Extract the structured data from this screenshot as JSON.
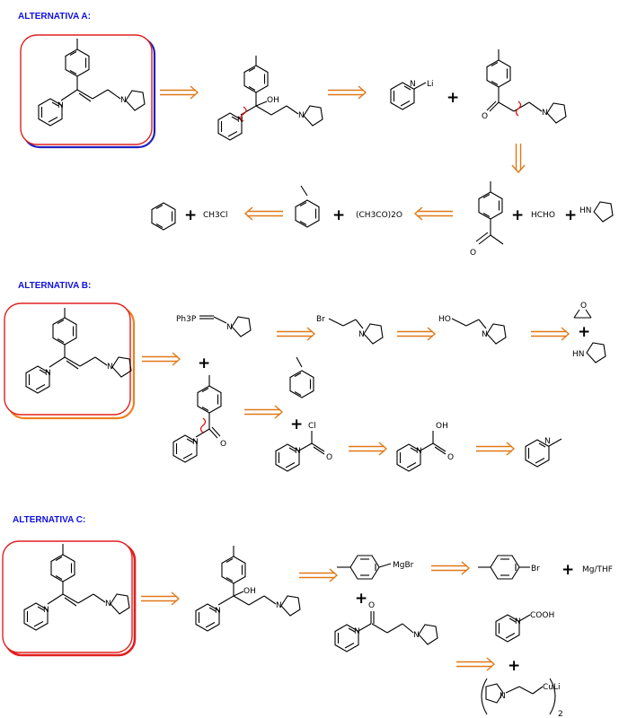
{
  "sections": [
    {
      "id": "A",
      "title": "ALTERNATIVA A:"
    },
    {
      "id": "B",
      "title": "ALTERNATIVA B:"
    },
    {
      "id": "C",
      "title": "ALTERNATIVA C:"
    }
  ],
  "plus": "+",
  "atoms": {
    "N": "N",
    "O": "O",
    "OH": "OH",
    "Li": "Li",
    "Br": "Br",
    "Cl": "Cl",
    "HN": "HN",
    "HO": "HO",
    "Ph3P": "Ph3P",
    "MgBr": "MgBr"
  },
  "reagents": {
    "ch3cl": "CH3Cl",
    "acetic_anhydride": "(CH3CO)2O",
    "hcho": "HCHO",
    "mg_thf": "Mg/THF",
    "cooh": "COOH",
    "culi": "CuLi",
    "sub2": "2"
  },
  "colors": {
    "header": "#1010e0",
    "arrow": "#e07818",
    "cut": "#e01010",
    "box_border": "#e02020",
    "box_shadow_A": "#2020c0",
    "box_shadow_B": "#f08020",
    "box_shadow_C": "#e02020"
  }
}
